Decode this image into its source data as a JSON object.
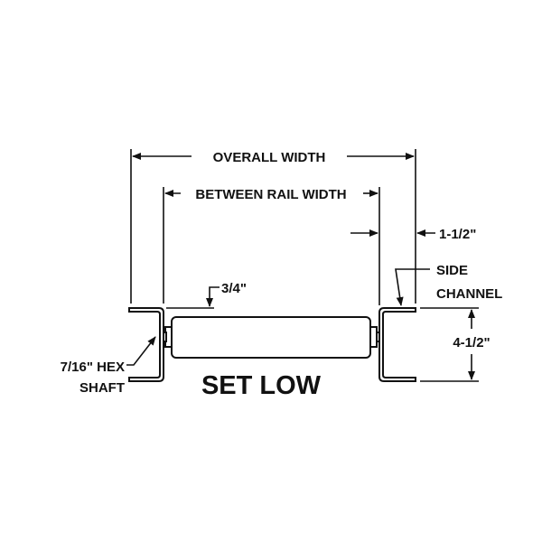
{
  "diagram": {
    "title": "SET LOW",
    "dimensions": {
      "overall_width": "OVERALL WIDTH",
      "between_rail_width": "BETWEEN RAIL WIDTH",
      "channel_width": "1-1/2\"",
      "channel_height": "4-1/2\"",
      "roller_offset": "3/4\""
    },
    "labels": {
      "side_channel_line1": "SIDE",
      "side_channel_line2": "CHANNEL",
      "shaft_line1": "7/16\" HEX",
      "shaft_line2": "SHAFT"
    }
  }
}
